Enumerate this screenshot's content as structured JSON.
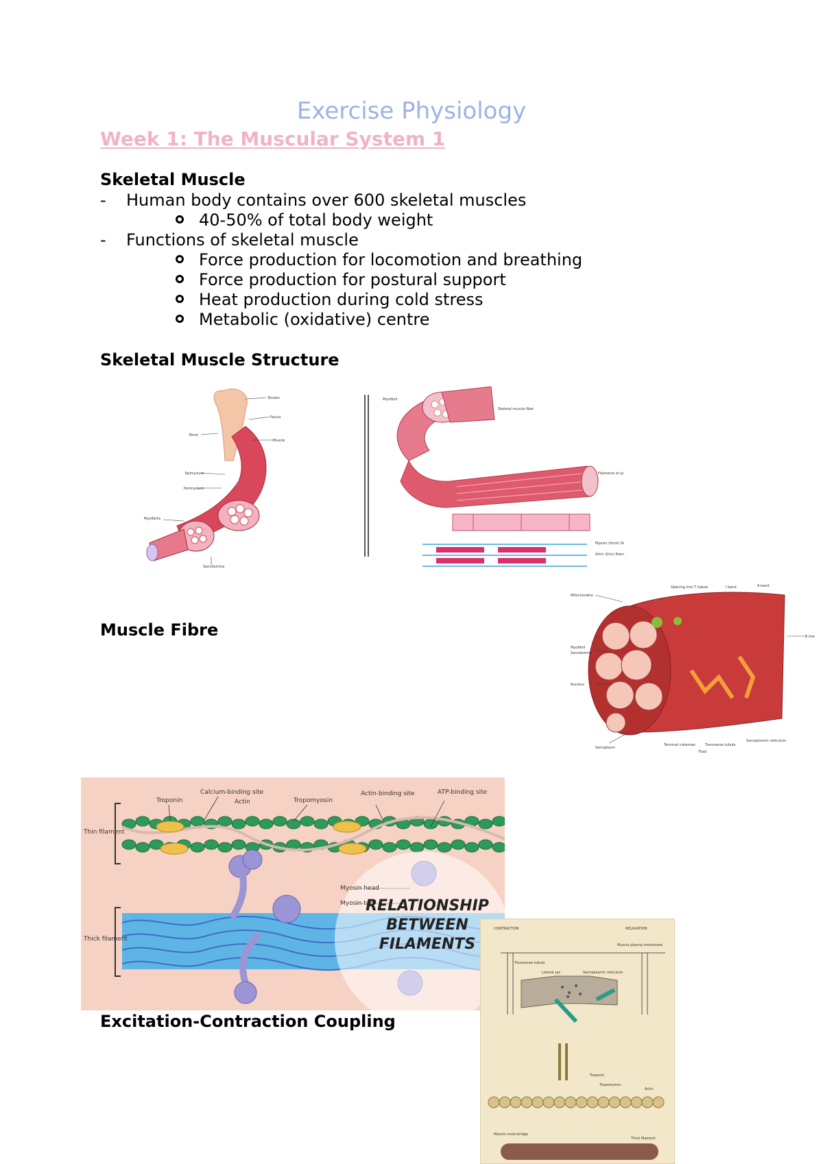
{
  "doc": {
    "title": "Exercise Physiology",
    "subtitle": "Week 1: The Muscular System 1"
  },
  "section1": {
    "heading": "Skeletal Muscle",
    "item1": "Human body contains over 600 skeletal muscles",
    "item1_sub": "40-50% of total body weight",
    "item2": "Functions of skeletal muscle",
    "item2_subs": [
      "Force production for locomotion and breathing",
      "Force production for postural support",
      "Heat production during cold stress",
      "Metabolic (oxidative) centre"
    ]
  },
  "section2": {
    "heading": "Skeletal Muscle Structure"
  },
  "section3": {
    "heading": "Muscle Fibre"
  },
  "section4": {
    "heading": "Excitation-Contraction Coupling"
  },
  "figures": {
    "filaments": {
      "labels": {
        "troponin": "Troponin",
        "calcium_site": "Calcium-binding site",
        "actin": "Actin",
        "tropomyosin": "Tropomyosin",
        "actin_binding": "Actin-binding site",
        "atp_binding": "ATP-binding site",
        "thin": "Thin filament",
        "thick": "Thick filament",
        "myosin_head": "Myosin head",
        "myosin_tail": "Myosin tail"
      },
      "overlay": [
        "RELATIONSHIP",
        "BETWEEN",
        "FILAMENTS"
      ]
    },
    "ec": {
      "contraction": "CONTRACTION",
      "relaxation": "RELAXATION",
      "muscle_membrane": "Muscle plasma membrane",
      "t_tubule": "Transverse tubule",
      "lateral_sac": "Lateral sac",
      "sr": "Sarcoplasmic reticulum",
      "troponin": "Troponin",
      "tropomyosin": "Tropomyosin",
      "actin": "Actin",
      "thick": "Thick filament",
      "myosin_cb": "Myosin cross-bridge"
    }
  },
  "colors": {
    "title": "#9db3e4",
    "subtitle": "#f1b3c4",
    "muscle": "#d9485a",
    "filament_bg": "#f6d2c4",
    "actin": "#2e9a5a",
    "myosin": "#9b95d6",
    "ec_bg": "#f3e7c9"
  }
}
